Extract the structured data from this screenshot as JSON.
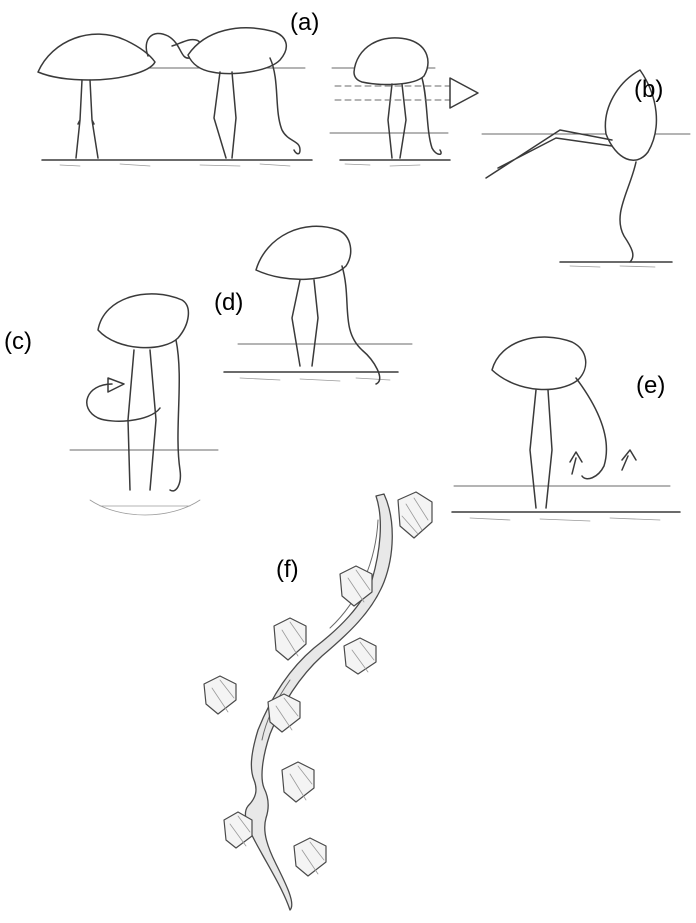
{
  "labels": {
    "a": "(a)",
    "b": "(b)",
    "c": "(c)",
    "d": "(d)",
    "e": "(e)",
    "f": "(f)"
  }
}
